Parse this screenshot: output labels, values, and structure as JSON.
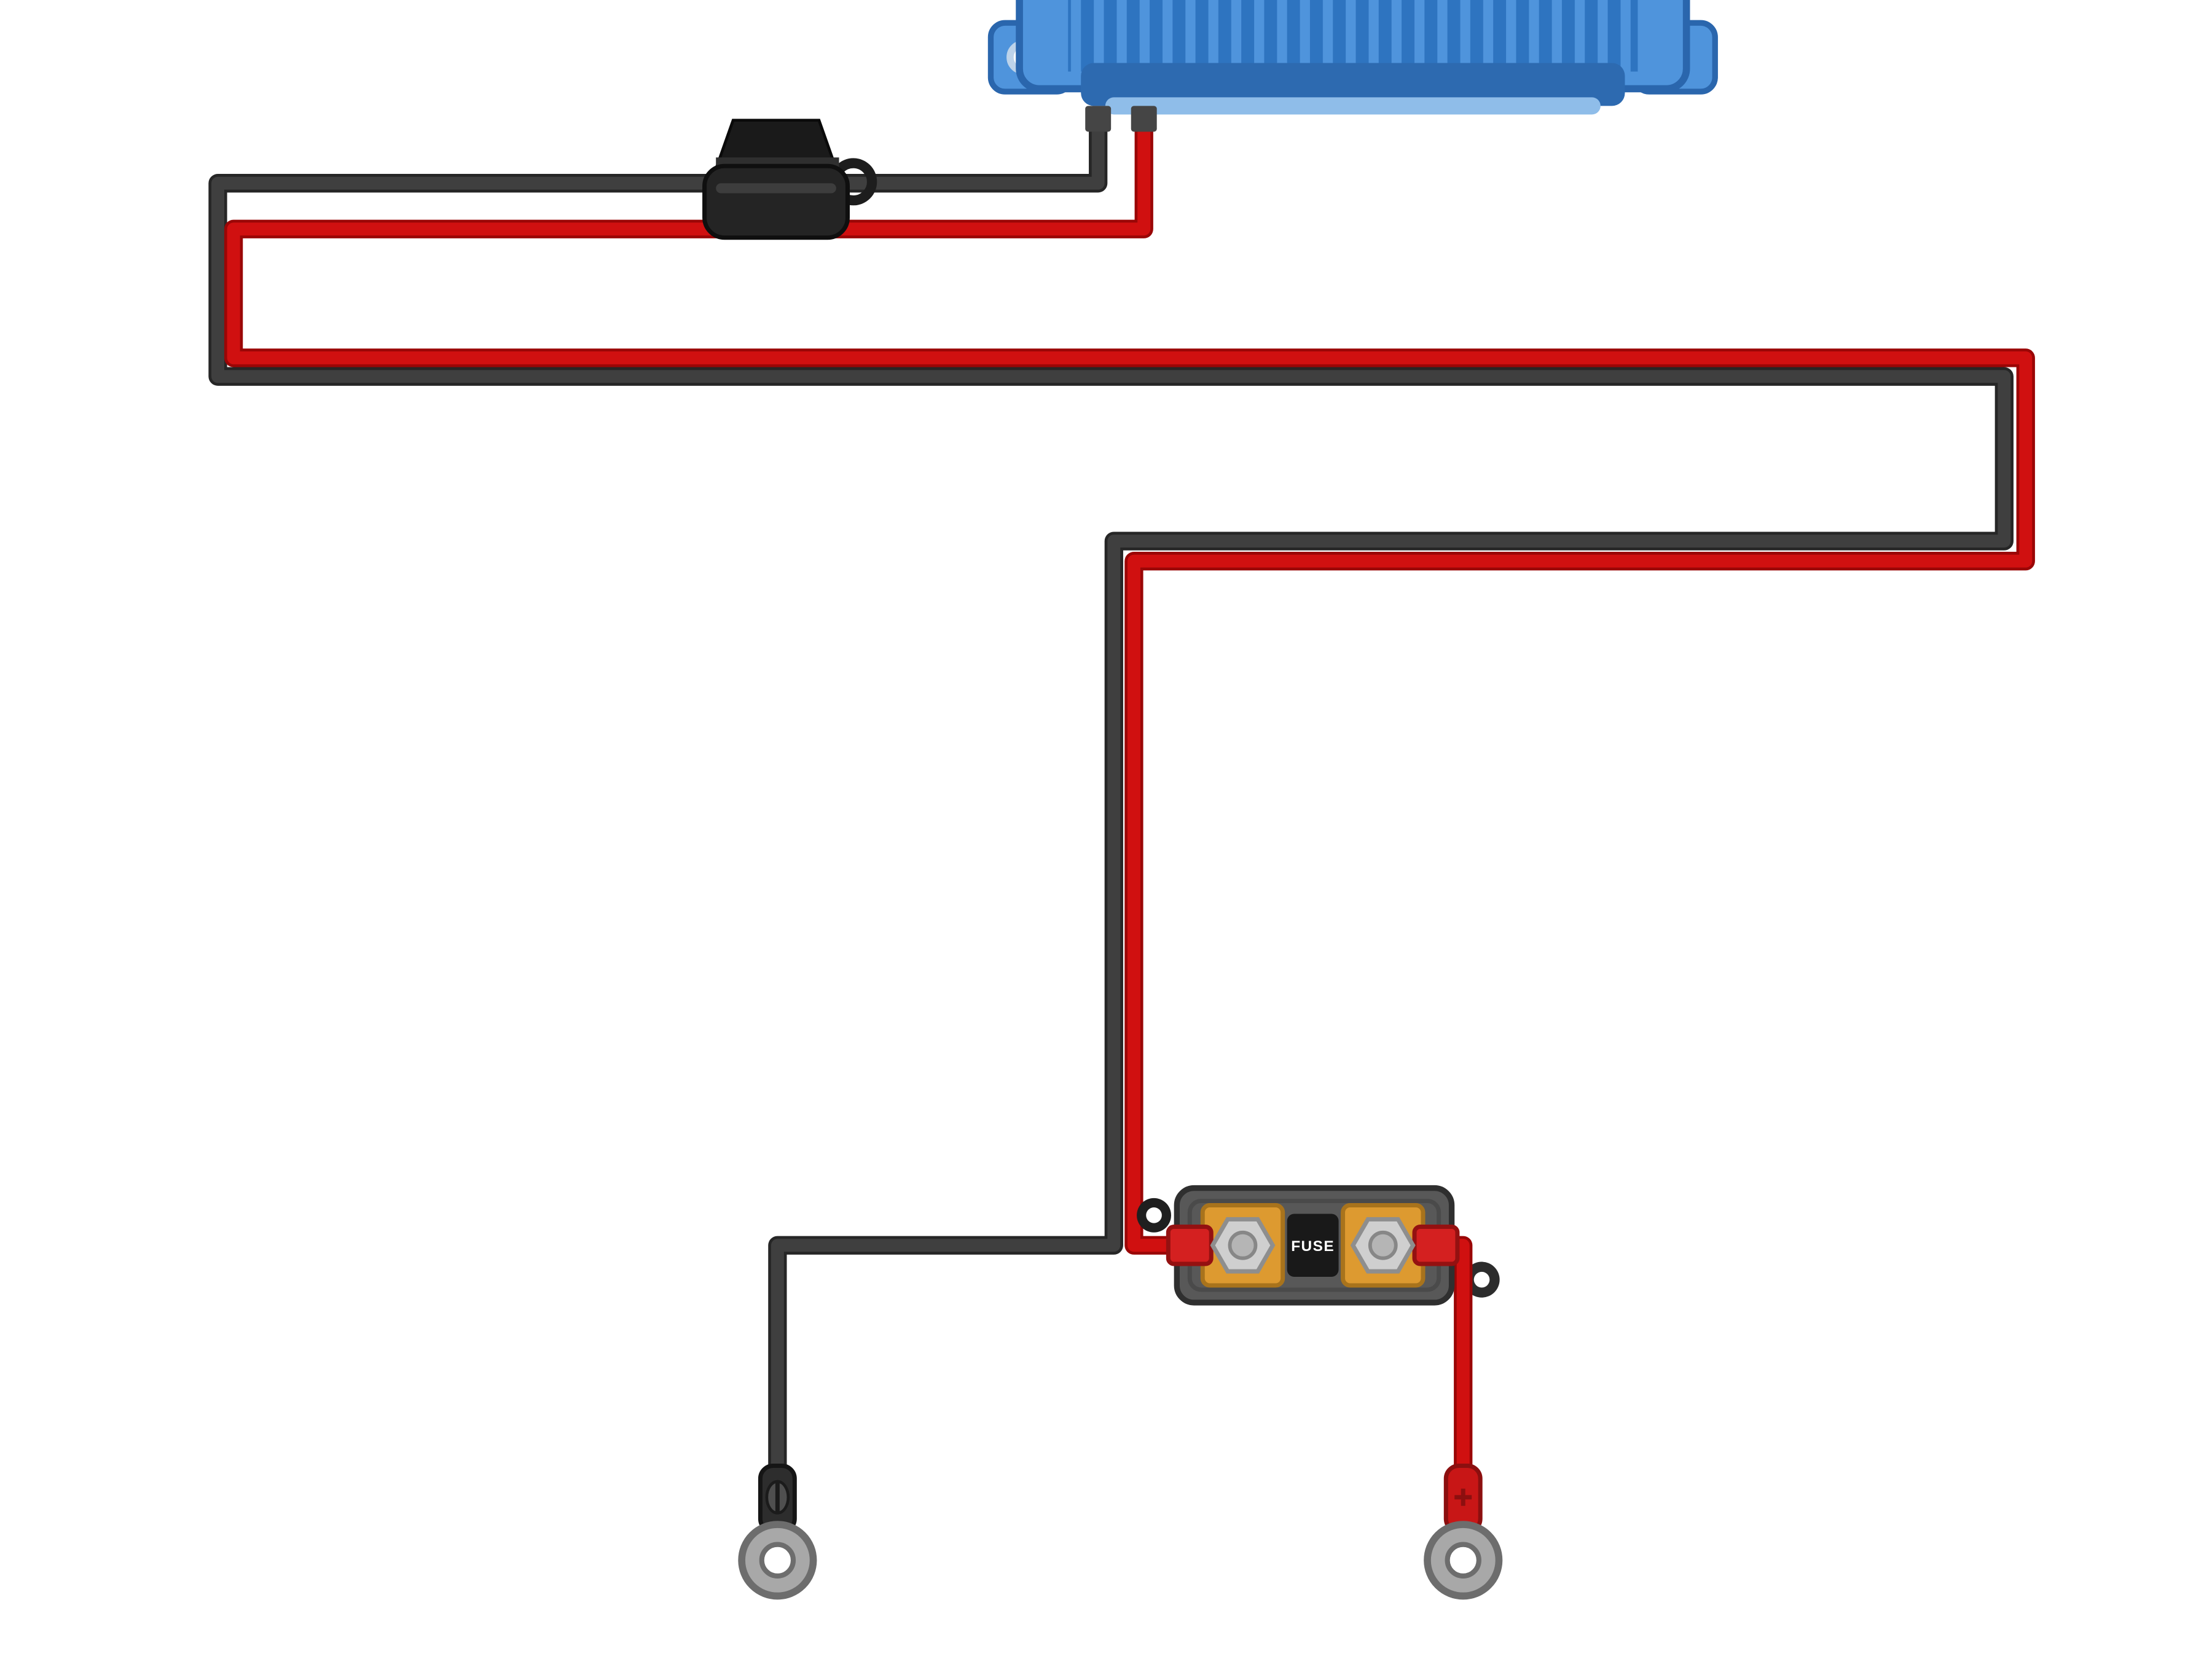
{
  "diagram": {
    "fuse_block": {
      "label": "FUSE"
    },
    "components": {
      "charger": "battery-charger",
      "inline_fuse": "inline-fuse-holder",
      "fuse_block": "anl-fuse-block",
      "negative_terminal": "negative-ring-terminal",
      "positive_terminal": "positive-ring-terminal"
    },
    "colors": {
      "background": "#ffffff",
      "positive_wire": "#d01010",
      "positive_wire_outline": "#9a0606",
      "negative_wire": "#3f3f3f",
      "negative_wire_outline": "#262626",
      "charger_body": "#4f94dc",
      "charger_ribs": "#2e74c0",
      "charger_trim": "#2d6ab0",
      "fuse_pad": "#dd9a30",
      "metal": "#a8a8a8"
    }
  }
}
